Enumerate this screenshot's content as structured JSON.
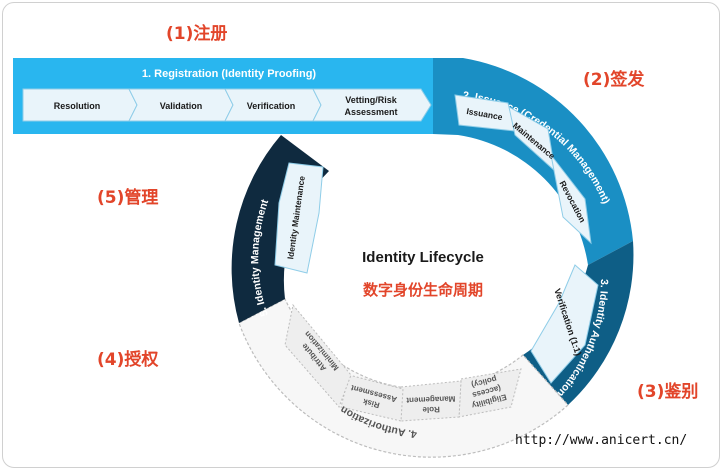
{
  "annotations": {
    "registration_cn": "(1)注册",
    "issuance_cn": "(2)签发",
    "authentication_cn": "(3)鉴别",
    "authorization_cn": "(4)授权",
    "management_cn": "(5)管理"
  },
  "center": {
    "title": "Identity Lifecycle",
    "subtitle_cn": "数字身份生命周期"
  },
  "stages": {
    "registration": {
      "title": "1. Registration (Identity Proofing)",
      "steps": [
        "Resolution",
        "Validation",
        "Verification",
        "Vetting/Risk",
        "Assessment"
      ]
    },
    "issuance": {
      "title": "2. Issuance (Credential Management)",
      "steps": [
        "Issuance",
        "Maintenance",
        "Revocation"
      ]
    },
    "authentication": {
      "title": "3. Identity Authentication",
      "step": "Verification (1:1)"
    },
    "authorization": {
      "title": "4. Authorization",
      "steps": [
        "Eligibility",
        "(access",
        "policy)",
        "Role",
        "Management",
        "Risk",
        "Assessment",
        "Attribute",
        "Minimization"
      ]
    },
    "management": {
      "title": "5. Identity Management",
      "step": "Identity Maintenance"
    }
  },
  "watermark": "http://www.anicert.cn/",
  "colors": {
    "registration": "#29b6ef",
    "issuance": "#1a8fc4",
    "authentication": "#0e5e86",
    "management": "#0f2a3f",
    "authorization_outline": "#bdbdbd",
    "accent_red": "#e2452a",
    "step_fill": "#e9f4fa"
  }
}
